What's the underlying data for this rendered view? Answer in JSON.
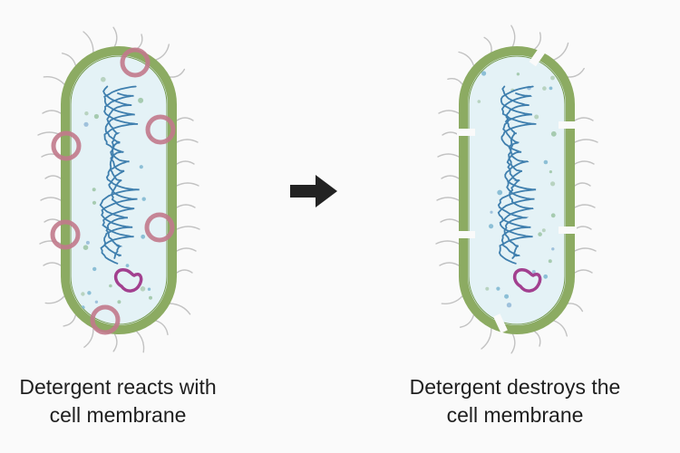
{
  "captions": {
    "left": [
      "Detergent reacts with",
      "cell membrane"
    ],
    "right": [
      "Detergent destroys the",
      "cell membrane"
    ]
  },
  "colors": {
    "membrane": "#8cab62",
    "membrane_edge": "#6f8f48",
    "cytoplasm": "#e4f2f6",
    "dna": "#3f7fae",
    "plasmid": "#a2408f",
    "detergent": "#c27a8c",
    "ribosome": "#8cbfd6",
    "pili": "#bdbdbd",
    "arrow": "#222222"
  },
  "icons": {
    "arrow": "right-arrow-icon"
  }
}
